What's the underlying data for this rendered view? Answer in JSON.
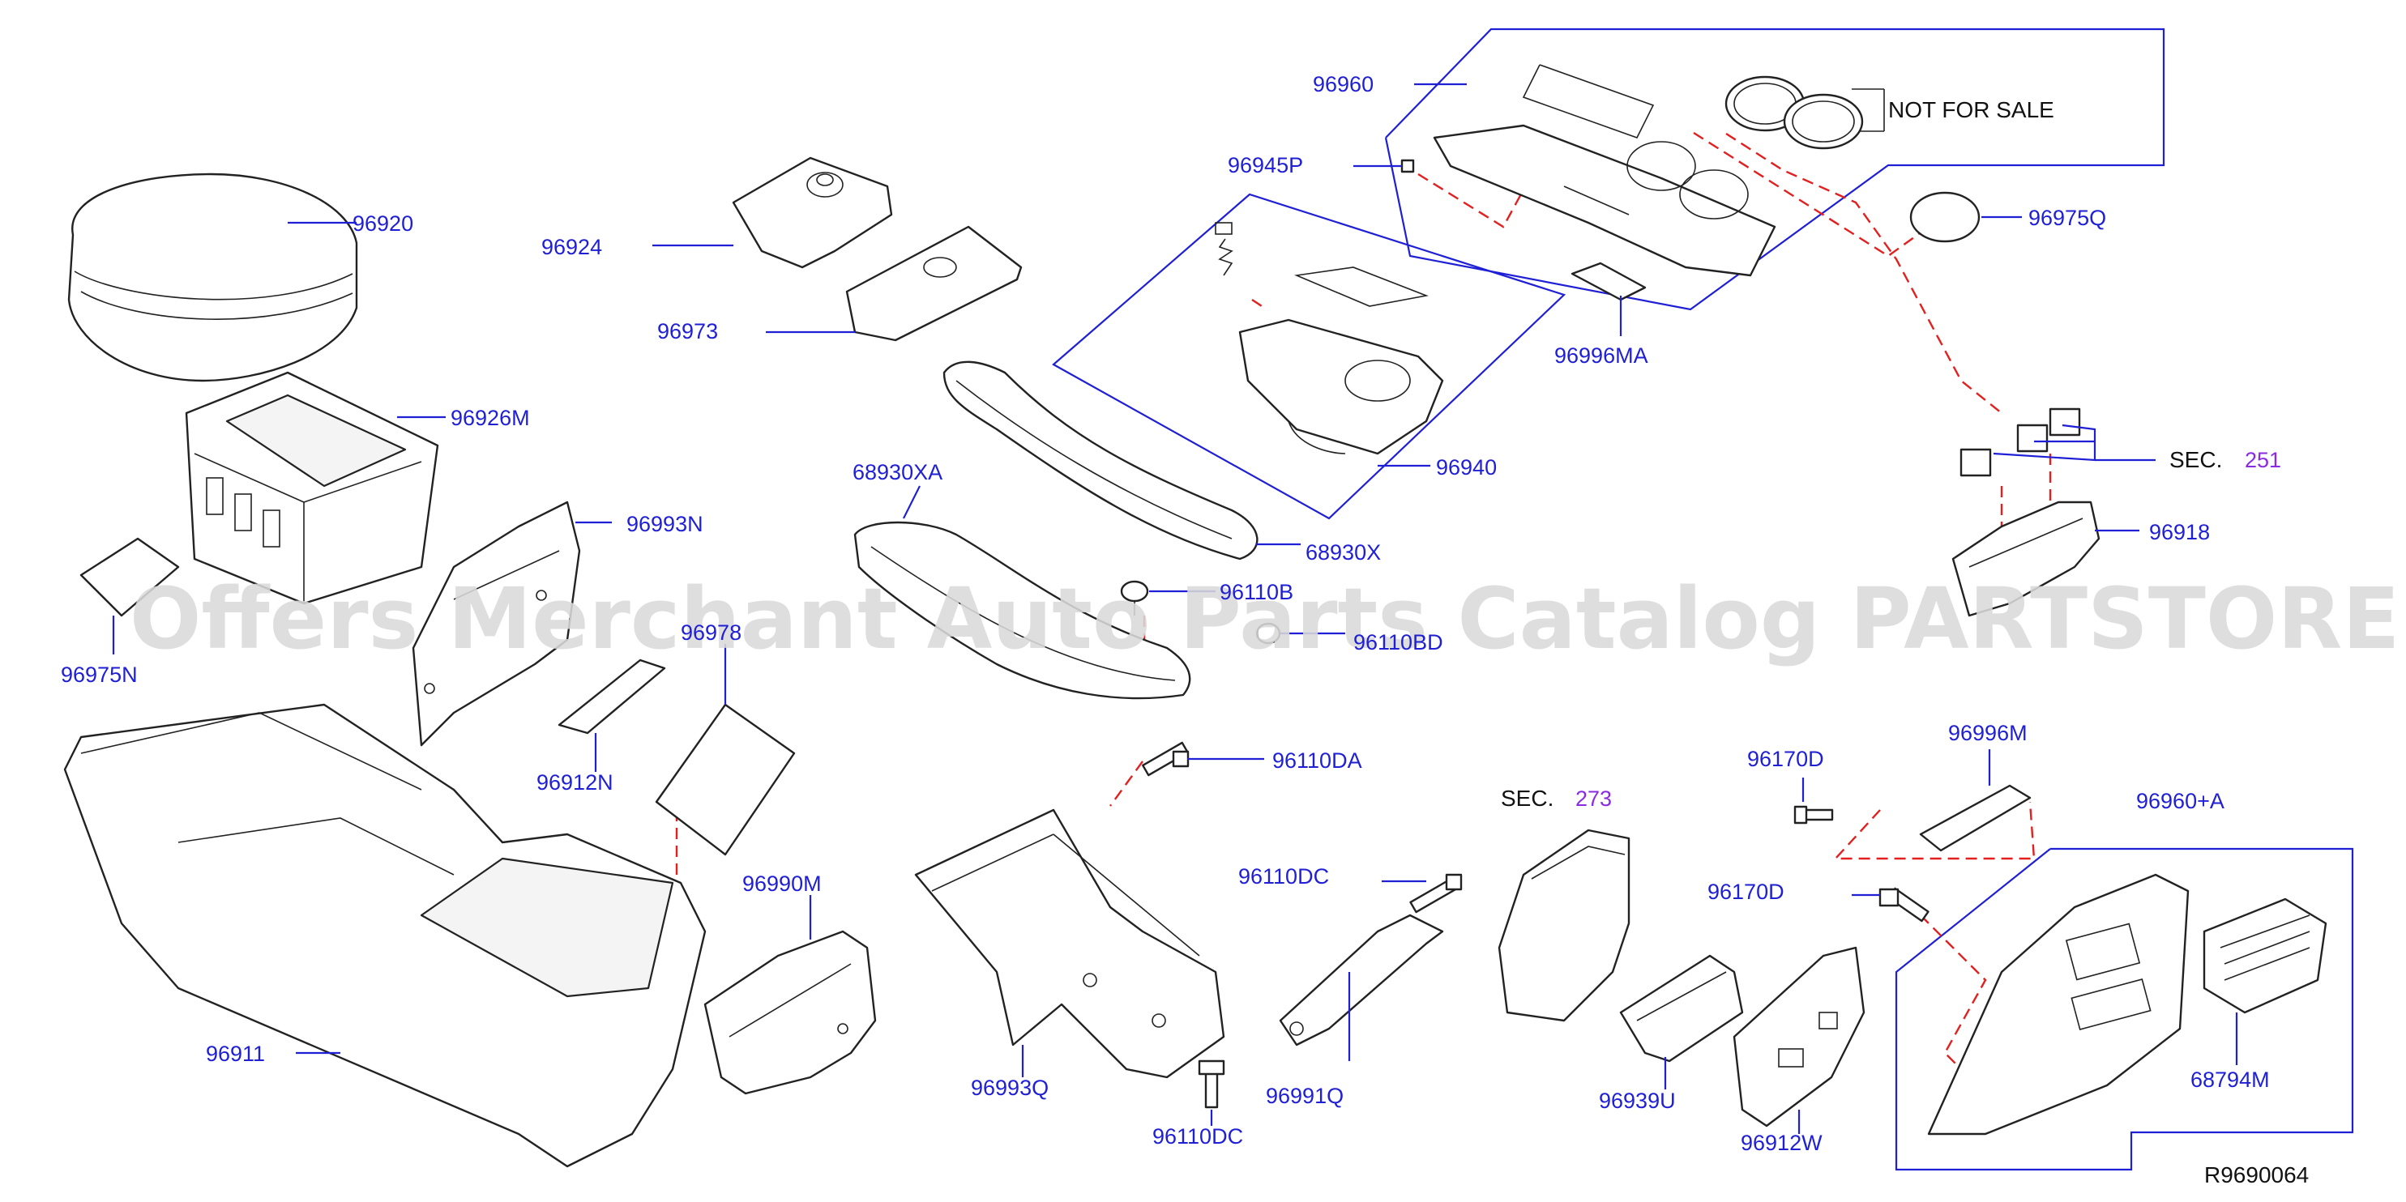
{
  "diagram": {
    "labels": {
      "p96920": "96920",
      "p96924": "96924",
      "p96973": "96973",
      "p96926M": "96926M",
      "p96993N": "96993N",
      "p96975N": "96975N",
      "p96912N": "96912N",
      "p96978": "96978",
      "p96911": "96911",
      "p96990M": "96990M",
      "p96960": "96960",
      "p96945P": "96945P",
      "p96975Q": "96975Q",
      "p96996MA": "96996MA",
      "p96940": "96940",
      "p68930XA": "68930XA",
      "p68930X": "68930X",
      "p96110B": "96110B",
      "p96110BD": "96110BD",
      "p96110DA": "96110DA",
      "p96110DC_top": "96110DC",
      "p96110DC_bottom": "96110DC",
      "p96993Q": "96993Q",
      "p96991Q": "96991Q",
      "p96939U": "96939U",
      "p96912W": "96912W",
      "p96170D_top": "96170D",
      "p96170D_bottom": "96170D",
      "p96996M": "96996M",
      "p96960A": "96960+A",
      "p68794M": "68794M",
      "p96918": "96918"
    },
    "not_for_sale": "NOT   FOR   SALE",
    "sec251": {
      "prefix": "SEC.",
      "number": "251"
    },
    "sec273": {
      "prefix": "SEC.",
      "number": "273"
    },
    "diagram_code": "R9690064",
    "watermark": "Offers Merchant Auto Parts Catalog PARTSTORE.SA",
    "colors": {
      "label": "#1f1fd6",
      "section_number": "#8a2be2",
      "dashed_guide": "#e32020",
      "watermark": "#d9d9d9"
    }
  }
}
